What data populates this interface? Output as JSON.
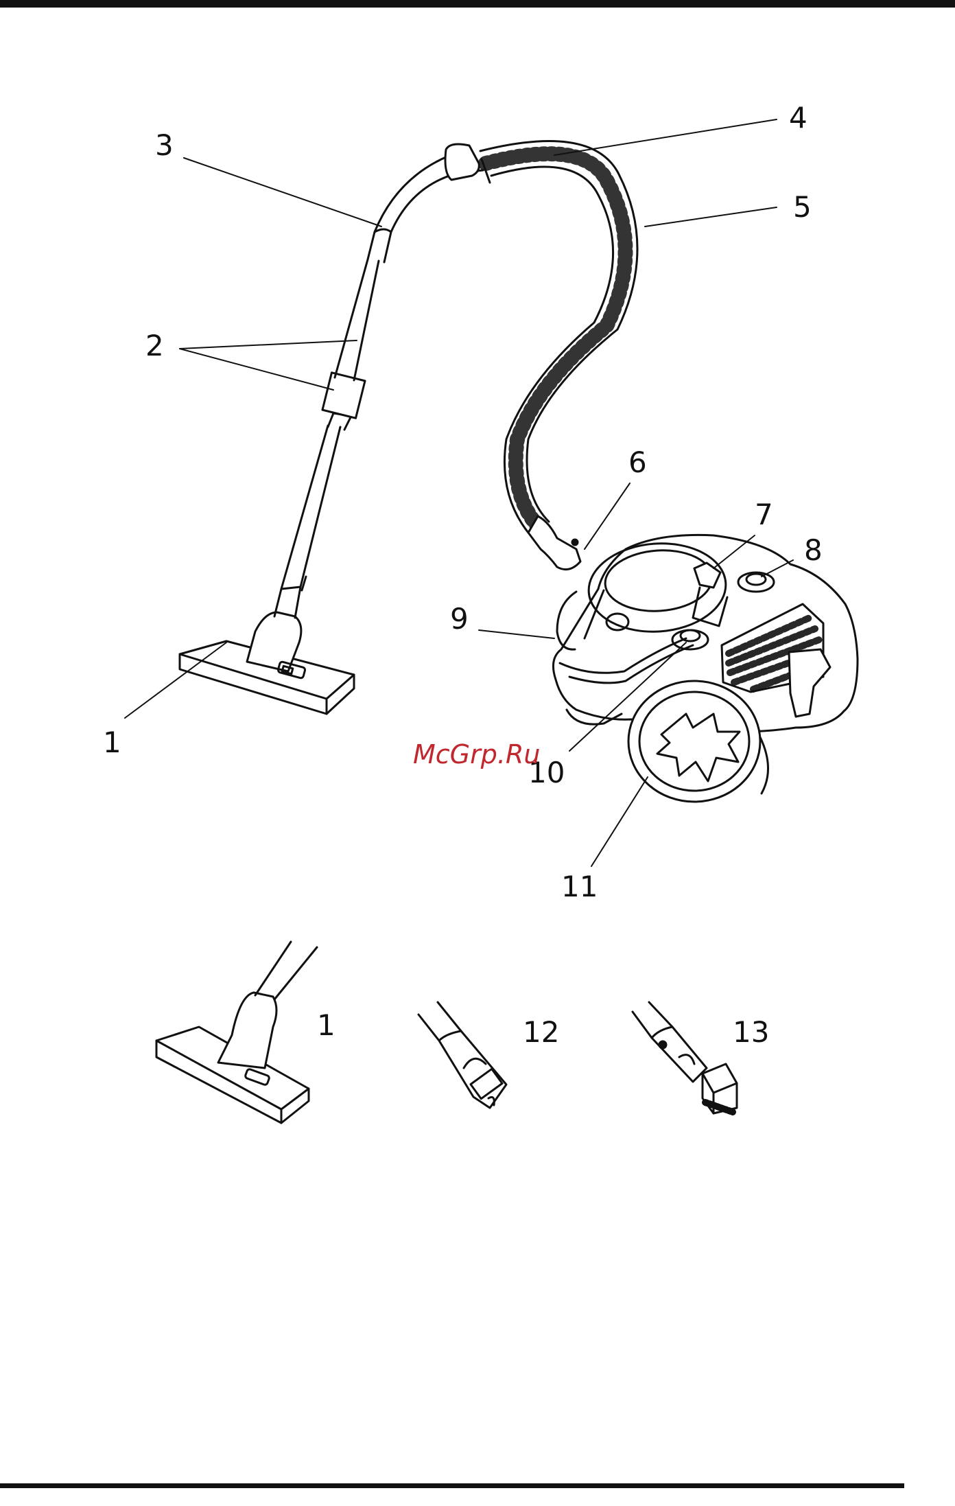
{
  "diagram": {
    "part_labels": [
      "1",
      "2",
      "3",
      "4",
      "5",
      "6",
      "7",
      "8",
      "9",
      "10",
      "11"
    ],
    "accessory_labels": [
      "1",
      "12",
      "13"
    ],
    "watermark": "McGrp.Ru",
    "colors": {
      "line": "#111111",
      "watermark": "#c0282e",
      "rule": "#111111"
    }
  }
}
